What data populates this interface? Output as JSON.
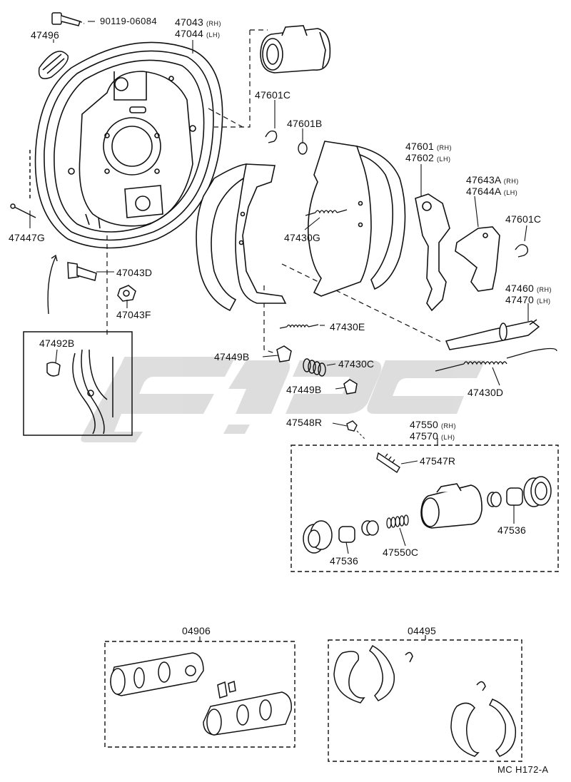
{
  "labels": {
    "p90119": "90119-06084",
    "p47496": "47496",
    "p47043": "47043",
    "p47044": "47044",
    "p47601c_a": "47601C",
    "p47601b": "47601B",
    "p47601": "47601",
    "p47602": "47602",
    "p47643a": "47643A",
    "p47644a": "47644A",
    "p47601c_b": "47601C",
    "p47430g": "47430G",
    "p47447g": "47447G",
    "p47043d": "47043D",
    "p47043f": "47043F",
    "p47460": "47460",
    "p47470": "47470",
    "p47430e": "47430E",
    "p47492b": "47492B",
    "p47449b_a": "47449B",
    "p47430c": "47430C",
    "p47449b_b": "47449B",
    "p47430d": "47430D",
    "p47548r": "47548R",
    "p47550": "47550",
    "p47570": "47570",
    "p47547r": "47547R",
    "p47536_a": "47536",
    "p47536_b": "47536",
    "p47550c": "47550C",
    "p04906": "04906",
    "p04495": "04495"
  },
  "side_tags": {
    "rh": "(RH)",
    "lh": "(LH)"
  },
  "diagram_code": "MC  H172-A"
}
